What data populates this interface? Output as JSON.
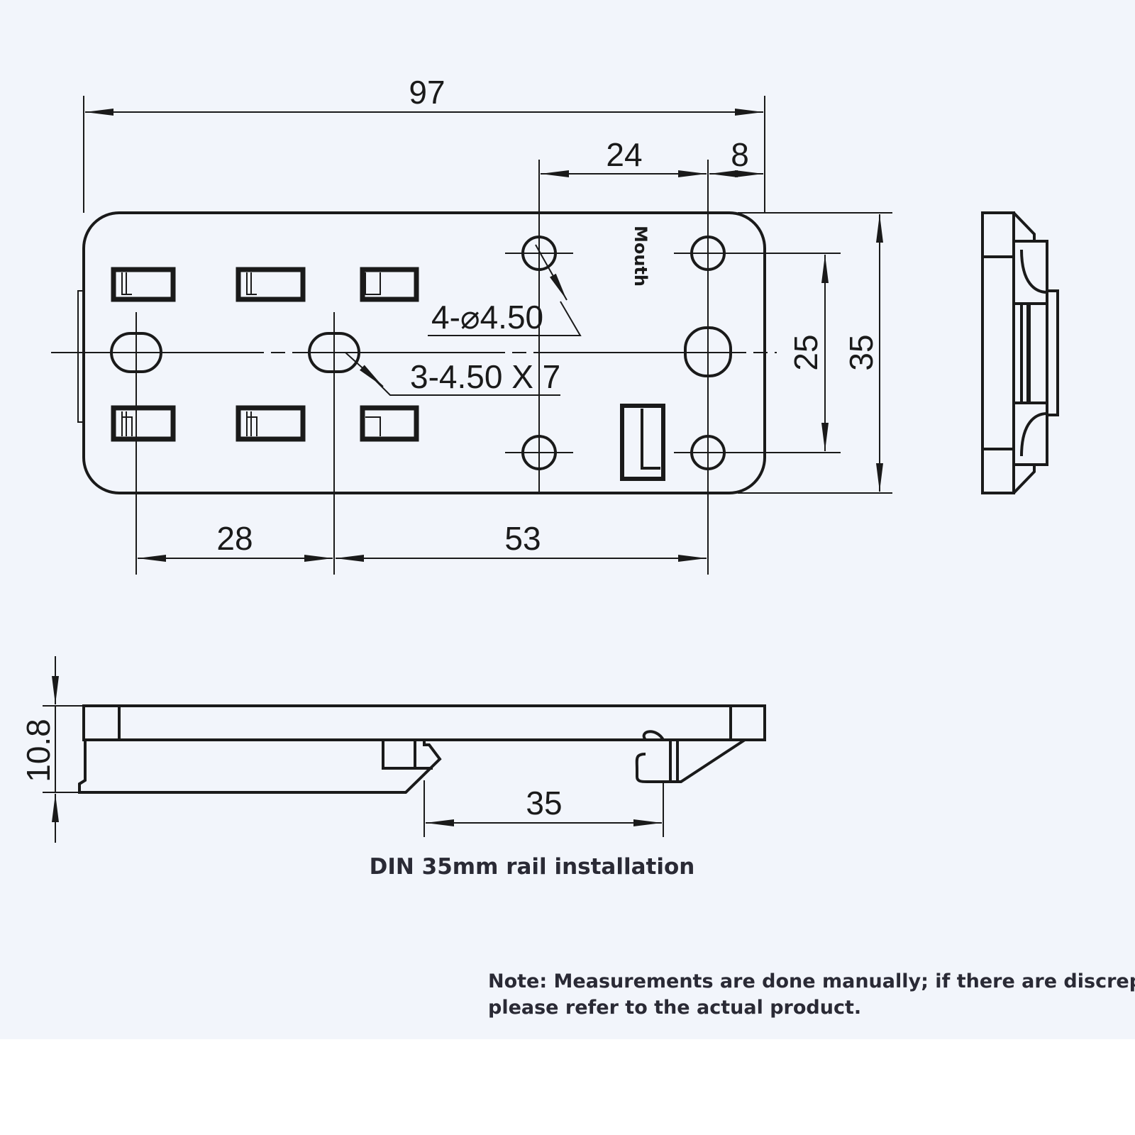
{
  "colors": {
    "background": "#f2f5fb",
    "line": "#1a1a1a",
    "note_text": "#3a3545"
  },
  "top_view": {
    "dim_overall_length": "97",
    "dim_hole_spacing_x": "24",
    "dim_edge_offset": "8",
    "dim_hole_spacing_y": "25",
    "dim_overall_width": "35",
    "dim_slot_spacing_left": "28",
    "dim_slot_spacing_right": "53",
    "hole_callout": "4-⌀4.50",
    "slot_callout": "3-4.50 X 7",
    "mouth_label": "Mouth"
  },
  "side_view": {
    "dim_height": "10.8",
    "dim_rail": "35",
    "caption": "DIN 35mm rail installation"
  },
  "note": {
    "line1": "Note: Measurements are done manually; if there are discrepancies,",
    "line2": "please refer to the actual product."
  }
}
